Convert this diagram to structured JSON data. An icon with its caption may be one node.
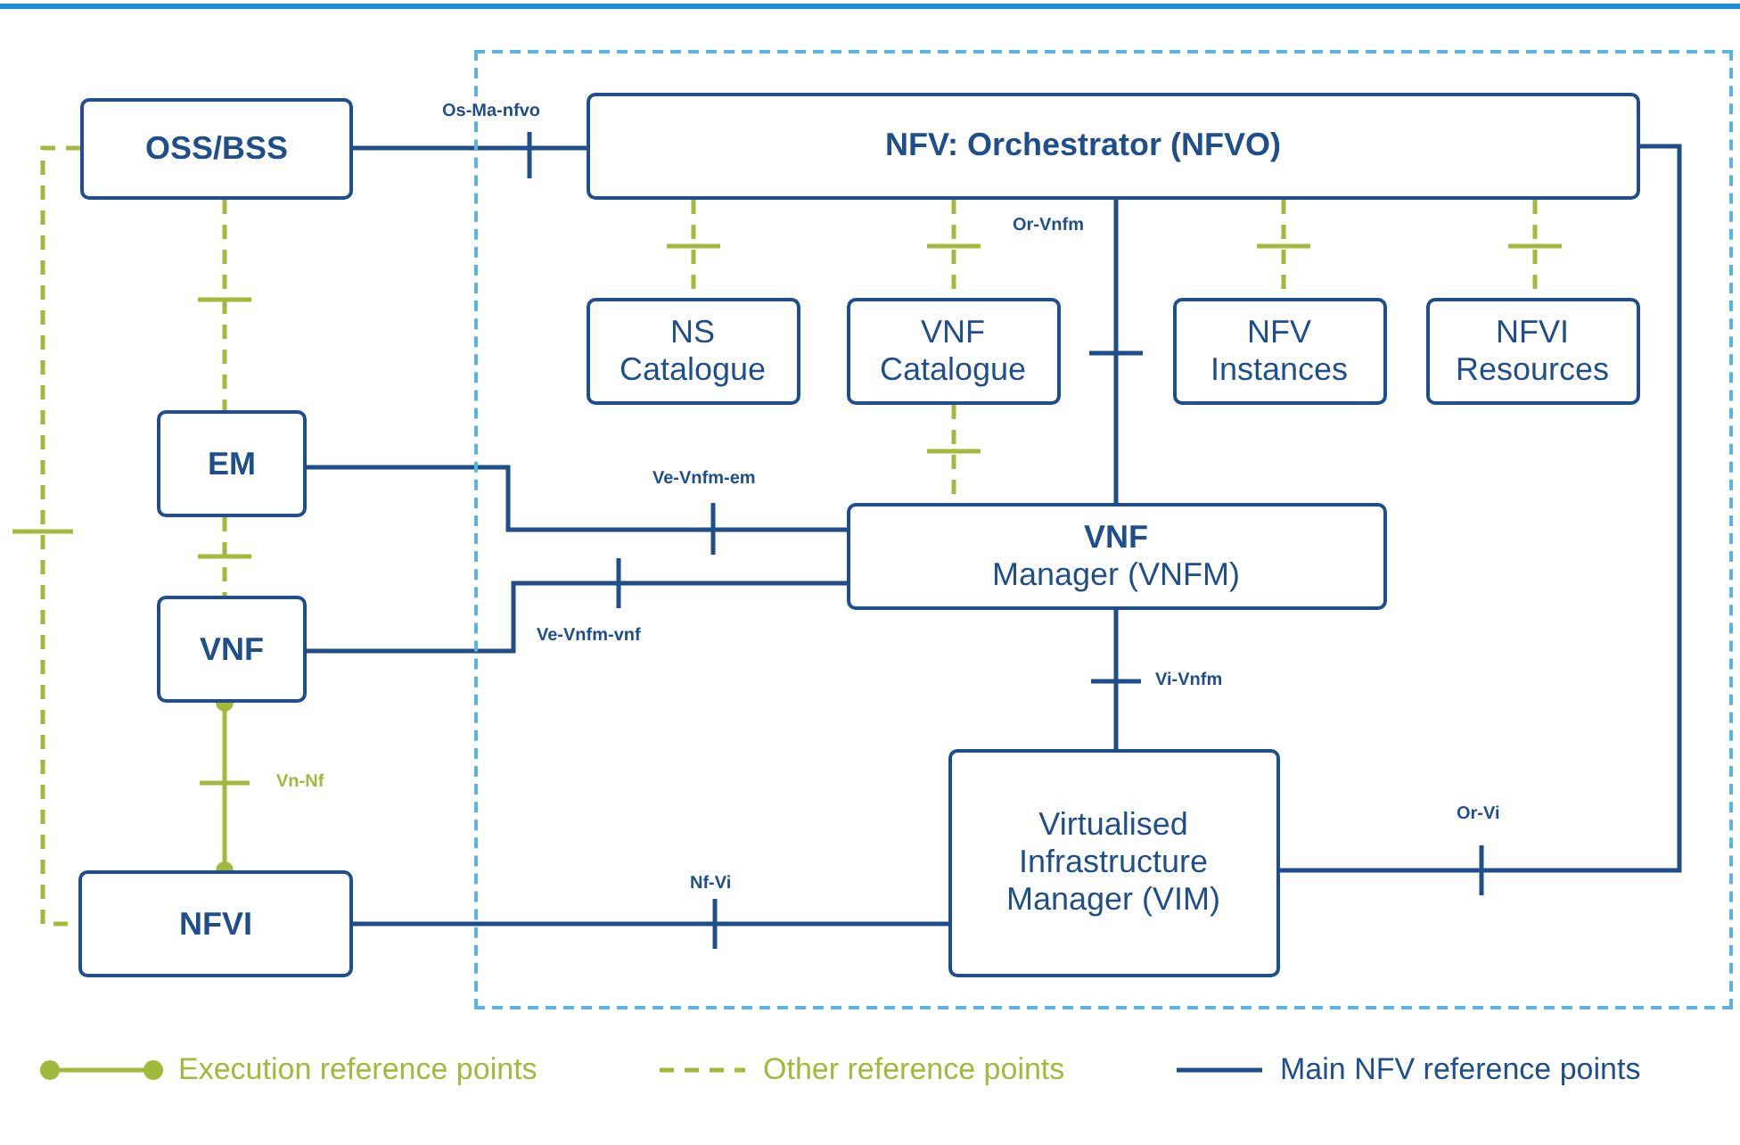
{
  "diagram": {
    "nodes": [
      {
        "text": [
          "OSS/BSS"
        ]
      },
      {
        "text": [],
        "shape": "box"
      },
      {
        "text": [
          "NFV: Orchestrator (NFVO)"
        ],
        "in": 1
      },
      {
        "text": [
          "NS Catalogue"
        ],
        "in": 1
      },
      {
        "text": [
          "VNF Catalogue"
        ],
        "in": 1
      },
      {
        "text": [
          "NFV Instances"
        ],
        "in": 1
      },
      {
        "text": [
          "NFVI Resources"
        ],
        "in": 1
      },
      {
        "text": [
          "EM"
        ]
      },
      {
        "text": [
          "VNF",
          "Manager (VNFM)"
        ],
        "in": 1
      },
      {
        "text": [
          "VNF"
        ]
      },
      {
        "text": [
          "Virtualised Infrastructure Manager (VIM)"
        ],
        "in": 1
      },
      {
        "text": [
          "NFVI"
        ]
      }
    ],
    "edges": [
      {
        "from": 0,
        "to": 2,
        "arrow": "none",
        "label": "Os-Ma-nfvo",
        "color": "#1f4e8c"
      },
      {
        "from": 2,
        "to": 3,
        "arrow": "none",
        "style": "dashed",
        "color": "#a3b93c"
      },
      {
        "from": 2,
        "to": 4,
        "arrow": "none",
        "style": "dashed",
        "color": "#a3b93c"
      },
      {
        "from": 2,
        "to": 5,
        "arrow": "none",
        "style": "dashed",
        "color": "#a3b93c"
      },
      {
        "from": 2,
        "to": 6,
        "arrow": "none",
        "style": "dashed",
        "color": "#a3b93c"
      },
      {
        "from": 4,
        "to": 8,
        "arrow": "none",
        "style": "dashed",
        "color": "#a3b93c"
      },
      {
        "from": 2,
        "to": 8,
        "arrow": "none",
        "label": "Or-Vnfm",
        "color": "#1f4e8c"
      },
      {
        "from": 7,
        "to": 8,
        "arrow": "none",
        "label": "Ve-Vnfm-em",
        "color": "#1f4e8c"
      },
      {
        "from": 9,
        "to": 8,
        "arrow": "none",
        "label": "Ve-Vnfm-vnf",
        "color": "#1f4e8c"
      },
      {
        "from": 8,
        "to": 10,
        "arrow": "none",
        "label": "Vi-Vnfm",
        "color": "#1f4e8c"
      },
      {
        "from": 10,
        "to": 2,
        "arrow": "none",
        "label": "Or-Vi",
        "color": "#1f4e8c"
      },
      {
        "from": 11,
        "to": 10,
        "arrow": "none",
        "label": "Nf-Vi",
        "color": "#1f4e8c"
      },
      {
        "from": 0,
        "to": 7,
        "arrow": "none",
        "style": "dashed",
        "color": "#a3b93c"
      },
      {
        "from": 7,
        "to": 9,
        "arrow": "none",
        "style": "dashed",
        "color": "#a3b93c"
      },
      {
        "from": 9,
        "to": 11,
        "arrow": "other",
        "color": "#a3b93c",
        "label": "Vn-Nf"
      },
      {
        "from": 0,
        "to": 11,
        "arrow": "none",
        "style": "dashed",
        "color": "#a3b93c"
      }
    ],
    "legend": [
      {
        "text": "Execution reference points"
      },
      {
        "text": "Other reference points"
      },
      {
        "text": "Main NFV reference points"
      }
    ]
  }
}
